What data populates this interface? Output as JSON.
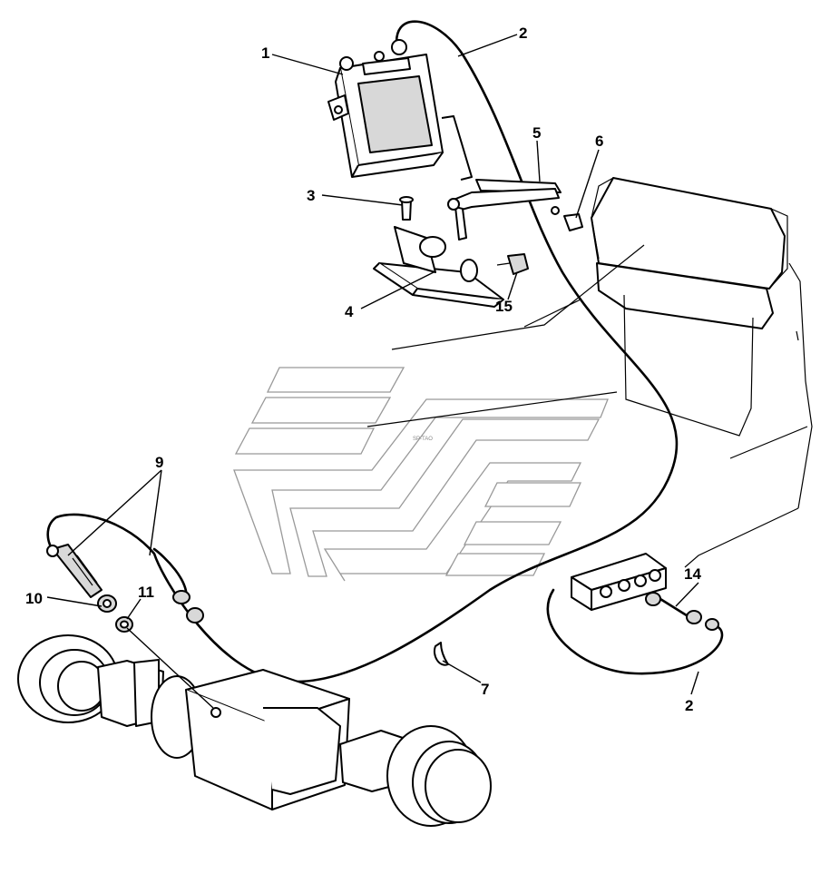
{
  "callouts": [
    {
      "id": "c1",
      "label": "1"
    },
    {
      "id": "c2a",
      "label": "2"
    },
    {
      "id": "c2b",
      "label": "2"
    },
    {
      "id": "c3",
      "label": "3"
    },
    {
      "id": "c4",
      "label": "4"
    },
    {
      "id": "c5",
      "label": "5"
    },
    {
      "id": "c6",
      "label": "6"
    },
    {
      "id": "c7",
      "label": "7"
    },
    {
      "id": "c9",
      "label": "9"
    },
    {
      "id": "c10",
      "label": "10"
    },
    {
      "id": "c11",
      "label": "11"
    },
    {
      "id": "c14",
      "label": "14"
    },
    {
      "id": "c15",
      "label": "15"
    }
  ],
  "parts": [
    {
      "number": "1",
      "icon": "control-unit-icon"
    },
    {
      "number": "2",
      "icon": "cable-icon"
    },
    {
      "number": "3",
      "icon": "bolt-icon"
    },
    {
      "number": "4",
      "icon": "bracket-icon"
    },
    {
      "number": "5",
      "icon": "lever-arm-icon"
    },
    {
      "number": "6",
      "icon": "clip-icon"
    },
    {
      "number": "7",
      "icon": "cable-tie-icon"
    },
    {
      "number": "9",
      "icon": "speed-sensor-icon"
    },
    {
      "number": "10",
      "icon": "nut-icon"
    },
    {
      "number": "11",
      "icon": "washer-icon"
    },
    {
      "number": "14",
      "icon": "connector-icon"
    },
    {
      "number": "15",
      "icon": "knob-screw-icon"
    }
  ],
  "watermark_text": "SP-TAO"
}
